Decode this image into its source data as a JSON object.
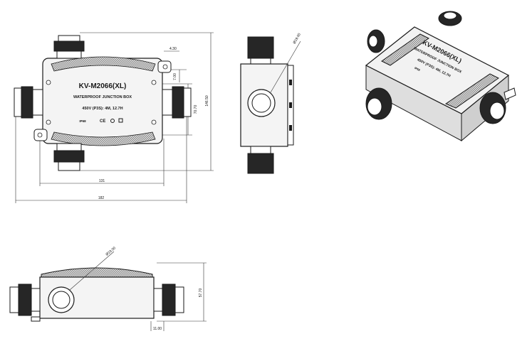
{
  "product": {
    "model": "KV-M2066(XL)",
    "title": "WATERPROOF JUNCTION BOX",
    "spec": "450V (P3S): 4M, 12.7H",
    "rating": "IP68"
  },
  "dimensions": {
    "hole": "4.30",
    "offset": "7.00",
    "inner_height": "70.70",
    "overall_height": "146.50",
    "inner_width": "131",
    "overall_width": "182",
    "gland_dia_side": "Ø19.00",
    "gland_dia_front": "Ø19.00",
    "box_height": "57.70",
    "foot": "11.00"
  },
  "colors": {
    "line": "#1a1a1a",
    "body": "#f4f4f4",
    "knurl": "#b8b8b8",
    "dark": "#262626"
  }
}
